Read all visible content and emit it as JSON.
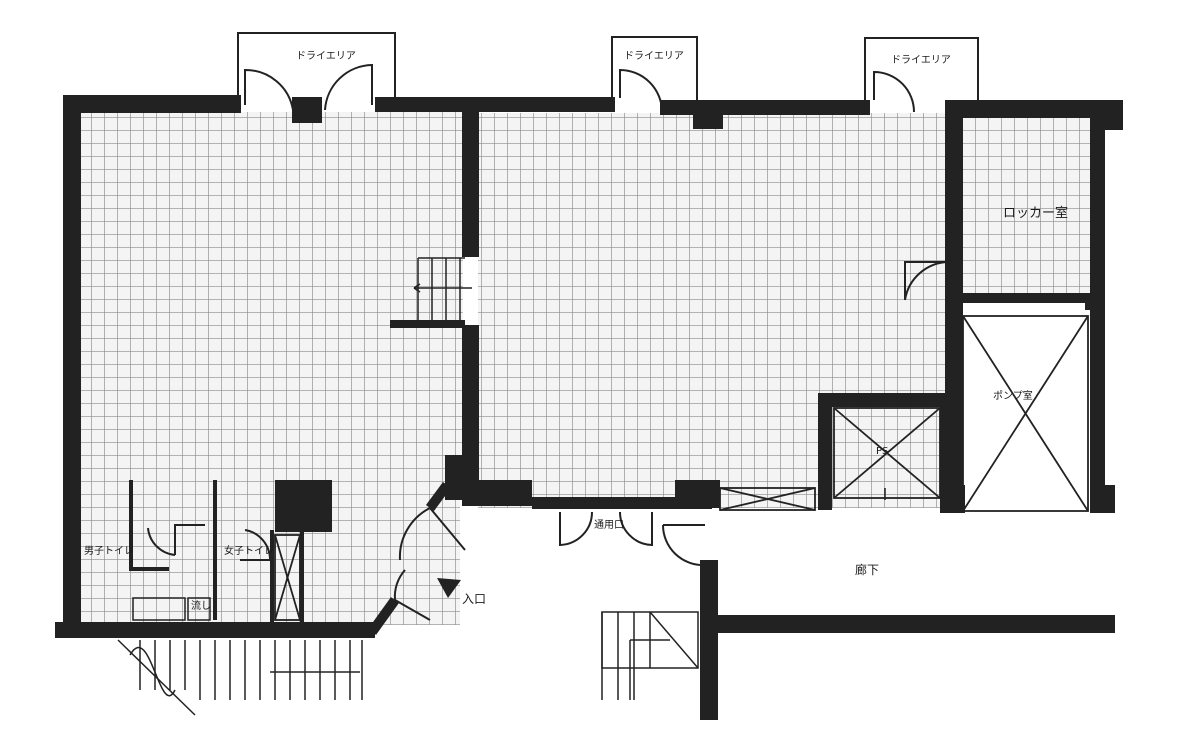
{
  "labels": {
    "dry_area_1": "ドライエリア",
    "dry_area_2": "ドライエリア",
    "dry_area_3": "ドライエリア",
    "locker_room": "ロッカー室",
    "pump_room": "ポンプ室",
    "ps": "PS",
    "corridor": "廊下",
    "entrance": "入口",
    "back_door": "通用口",
    "mens_toilet": "男子トイレ",
    "womens_toilet": "女子トイレ",
    "sink": "流し"
  },
  "colors": {
    "wall": "#222222",
    "grid_line": "#8c8c8c",
    "floor": "#f4f4f4",
    "paper": "#ffffff"
  }
}
